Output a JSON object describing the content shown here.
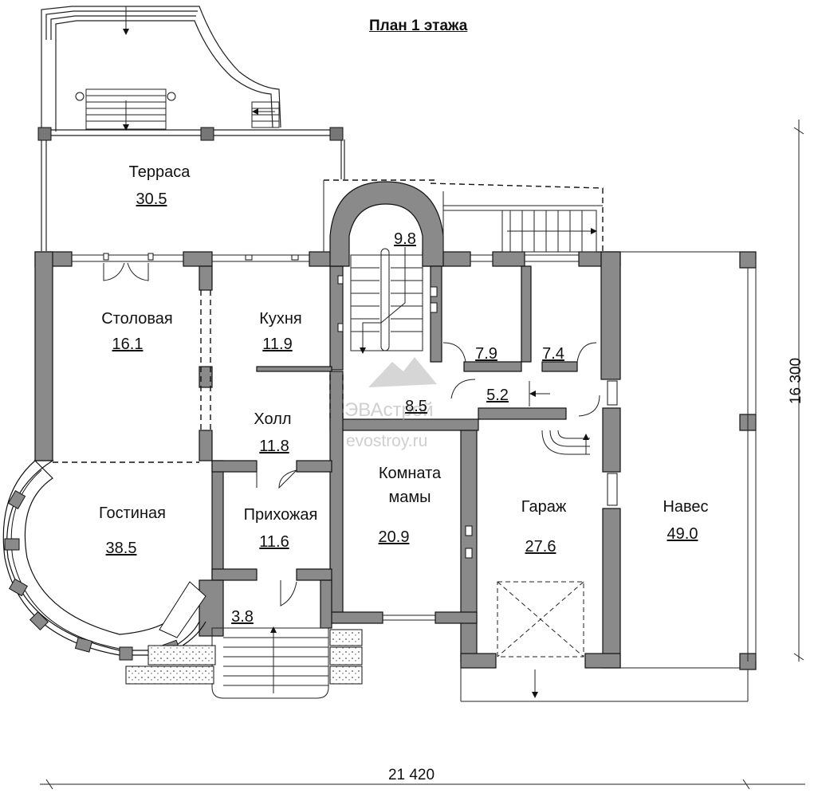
{
  "title": "План 1 этажа",
  "rooms": {
    "terrace": {
      "name": "Терраса",
      "area": "30.5"
    },
    "dining": {
      "name": "Столовая",
      "area": "16.1"
    },
    "kitchen": {
      "name": "Кухня",
      "area": "11.9"
    },
    "hall": {
      "name": "Холл",
      "area": "11.8"
    },
    "living": {
      "name": "Гостиная",
      "area": "38.5"
    },
    "entry": {
      "name": "Прихожая",
      "area": "11.6"
    },
    "vestibule": {
      "area": "3.8"
    },
    "stair": {
      "area": "9.8"
    },
    "corridor": {
      "area": "8.5"
    },
    "room_79": {
      "area": "7.9"
    },
    "room_74": {
      "area": "7.4"
    },
    "room_52": {
      "area": "5.2"
    },
    "mother": {
      "name_line1": "Комната",
      "name_line2": "мамы",
      "area": "20.9"
    },
    "garage": {
      "name": "Гараж",
      "area": "27.6"
    },
    "carport": {
      "name": "Навес",
      "area": "49.0"
    }
  },
  "dimensions": {
    "width": "21 420",
    "depth": "16 300"
  },
  "watermark": {
    "brand": "ЭВАстрой",
    "site": "evostroy.ru"
  }
}
